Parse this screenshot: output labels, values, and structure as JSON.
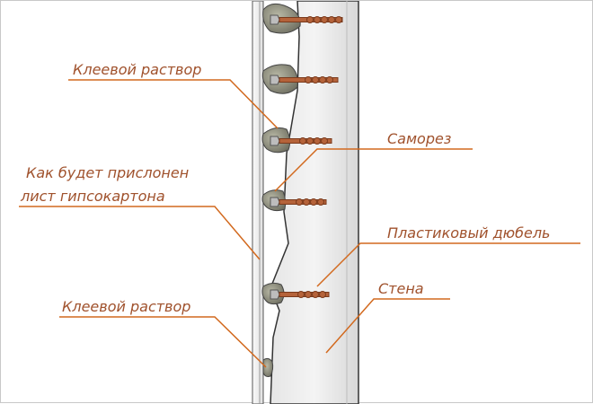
{
  "labels": {
    "glue_top": "Клеевой раствор",
    "screw": "Саморез",
    "drywall_line1": "Как будет прислонен",
    "drywall_line2": "лист гипсокартона",
    "dowel": "Пластиковый дюбель",
    "wall": "Стена",
    "glue_bottom": "Клеевой раствор"
  },
  "colors": {
    "label": "#a0522d",
    "leader": "#d2691e",
    "wall_fill_light": "#f2f2f2",
    "wall_fill_dark": "#c9c9c9",
    "screw": "#b5633a",
    "glue": "#8c8c7a",
    "outline": "#333333"
  }
}
